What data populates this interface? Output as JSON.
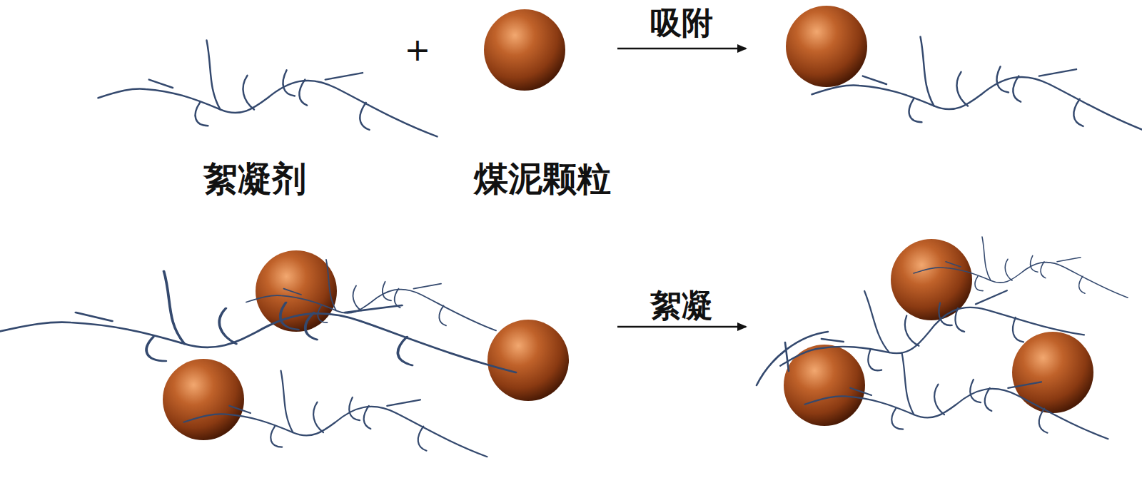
{
  "diagram": {
    "labels": [
      "+",
      "吸附",
      "絮凝剂",
      "煤泥颗粒",
      "絮凝"
    ]
  }
}
